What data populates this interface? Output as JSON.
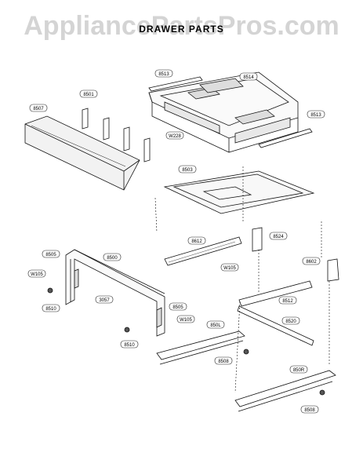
{
  "watermark": "AppliancePartsPros.com",
  "title": "DRAWER PARTS",
  "callouts": [
    {
      "id": "c8513a",
      "label": "8513"
    },
    {
      "id": "c8514",
      "label": "8514"
    },
    {
      "id": "c8501",
      "label": "8501"
    },
    {
      "id": "c8507",
      "label": "8507"
    },
    {
      "id": "c8513b",
      "label": "8513"
    },
    {
      "id": "cw228",
      "label": "W228"
    },
    {
      "id": "c8503",
      "label": "8503"
    },
    {
      "id": "c8524",
      "label": "8524"
    },
    {
      "id": "c8612",
      "label": "8612"
    },
    {
      "id": "c8505a",
      "label": "8505"
    },
    {
      "id": "c8500",
      "label": "8500"
    },
    {
      "id": "cw105a",
      "label": "W105"
    },
    {
      "id": "cw105b",
      "label": "W105"
    },
    {
      "id": "c8602",
      "label": "8602"
    },
    {
      "id": "c8510a",
      "label": "8510"
    },
    {
      "id": "c3057",
      "label": "3057"
    },
    {
      "id": "c8505b",
      "label": "8505"
    },
    {
      "id": "cw105c",
      "label": "W105"
    },
    {
      "id": "c8512",
      "label": "8512"
    },
    {
      "id": "c8520",
      "label": "8520"
    },
    {
      "id": "c850l",
      "label": "850L"
    },
    {
      "id": "c8510b",
      "label": "8510"
    },
    {
      "id": "c8508a",
      "label": "8508"
    },
    {
      "id": "c850r",
      "label": "850R"
    },
    {
      "id": "c8508b",
      "label": "8508"
    }
  ]
}
